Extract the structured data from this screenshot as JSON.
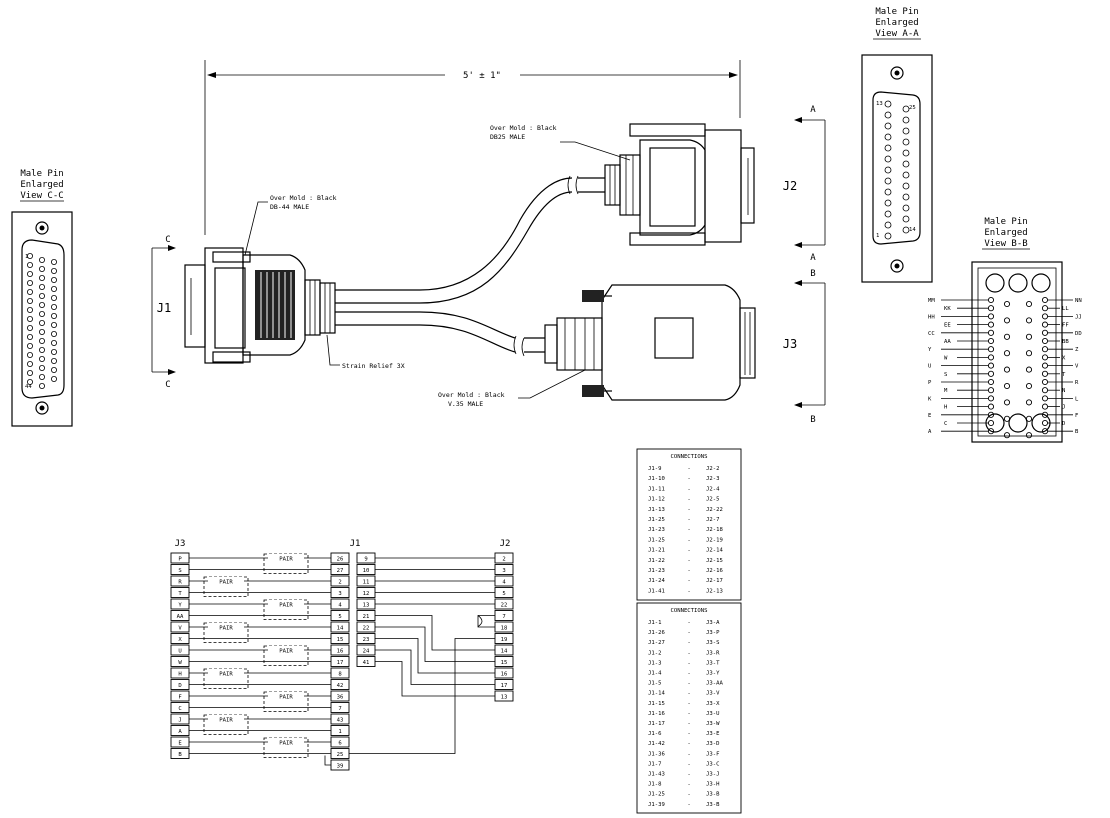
{
  "dimension": "5' ± 1\"",
  "connectors": {
    "j1": {
      "ref": "J1",
      "mold": "Over Mold : Black",
      "type": "DB-44 MALE",
      "strain_relief": "Strain Relief 3X"
    },
    "j2": {
      "ref": "J2",
      "mold": "Over Mold : Black",
      "type": "DB25 MALE"
    },
    "j3": {
      "ref": "J3",
      "mold": "Over Mold : Black",
      "type": "V.35 MALE"
    }
  },
  "section_marks": {
    "a": "A",
    "b": "B",
    "c": "C"
  },
  "views": {
    "c": {
      "line1": "Male Pin",
      "line2": "Enlarged",
      "line3": "View C-C",
      "pin_first": "1",
      "pin_last": "44"
    },
    "a": {
      "line1": "Male Pin",
      "line2": "Enlarged",
      "line3": "View A-A",
      "pin_first": "13",
      "pin_first_b": "25",
      "pin_last": "1",
      "pin_last_b": "14"
    },
    "b": {
      "line1": "Male Pin",
      "line2": "Enlarged",
      "line3": "View B-B",
      "left_labels": [
        "MM",
        "KK",
        "HH",
        "EE",
        "CC",
        "AA",
        "Y",
        "W",
        "U",
        "S",
        "P",
        "M",
        "K",
        "H",
        "E",
        "C",
        "A"
      ],
      "right_labels": [
        "NN",
        "LL",
        "JJ",
        "FF",
        "DD",
        "BB",
        "Z",
        "X",
        "V",
        "T",
        "R",
        "N",
        "L",
        "J",
        "F",
        "D",
        "B"
      ]
    }
  },
  "connections_j2": {
    "title": "CONNECTIONS",
    "rows": [
      [
        "J1-9",
        "-",
        "J2-2"
      ],
      [
        "J1-10",
        "-",
        "J2-3"
      ],
      [
        "J1-11",
        "-",
        "J2-4"
      ],
      [
        "J1-12",
        "-",
        "J2-5"
      ],
      [
        "J1-13",
        "-",
        "J2-22"
      ],
      [
        "J1-25",
        "-",
        "J2-7"
      ],
      [
        "J1-23",
        "-",
        "J2-18"
      ],
      [
        "J1-25",
        "-",
        "J2-19"
      ],
      [
        "J1-21",
        "-",
        "J2-14"
      ],
      [
        "J1-22",
        "-",
        "J2-15"
      ],
      [
        "J1-23",
        "-",
        "J2-16"
      ],
      [
        "J1-24",
        "-",
        "J2-17"
      ],
      [
        "J1-41",
        "-",
        "J2-13"
      ]
    ]
  },
  "connections_j3": {
    "title": "CONNECTIONS",
    "rows": [
      [
        "J1-1",
        "-",
        "J3-A"
      ],
      [
        "J1-26",
        "-",
        "J3-P"
      ],
      [
        "J1-27",
        "-",
        "J3-S"
      ],
      [
        "J1-2",
        "-",
        "J3-R"
      ],
      [
        "J1-3",
        "-",
        "J3-T"
      ],
      [
        "J1-4",
        "-",
        "J3-Y"
      ],
      [
        "J1-5",
        "-",
        "J3-AA"
      ],
      [
        "J1-14",
        "-",
        "J3-V"
      ],
      [
        "J1-15",
        "-",
        "J3-X"
      ],
      [
        "J1-16",
        "-",
        "J3-U"
      ],
      [
        "J1-17",
        "-",
        "J3-W"
      ],
      [
        "J1-6",
        "-",
        "J3-E"
      ],
      [
        "J1-42",
        "-",
        "J3-D"
      ],
      [
        "J1-36",
        "-",
        "J3-F"
      ],
      [
        "J1-7",
        "-",
        "J3-C"
      ],
      [
        "J1-43",
        "-",
        "J3-J"
      ],
      [
        "J1-8",
        "-",
        "J3-H"
      ],
      [
        "J1-25",
        "-",
        "J3-B"
      ],
      [
        "J1-39",
        "-",
        "J3-B"
      ]
    ]
  },
  "schematic": {
    "header_j3": "J3",
    "header_j1": "J1",
    "header_j2": "J2",
    "pair_label": "PAIR",
    "j3_pins": [
      "P",
      "S",
      "R",
      "T",
      "Y",
      "AA",
      "V",
      "X",
      "U",
      "W",
      "H",
      "D",
      "F",
      "C",
      "J",
      "A",
      "E",
      "B"
    ],
    "j1_left_pins": [
      "26",
      "27",
      "2",
      "3",
      "4",
      "5",
      "14",
      "15",
      "16",
      "17",
      "8",
      "42",
      "36",
      "7",
      "43",
      "1",
      "6",
      "25",
      "39"
    ],
    "j1_right_pins": [
      "9",
      "10",
      "11",
      "12",
      "13",
      "21",
      "22",
      "23",
      "24",
      "41"
    ],
    "j2_pins": [
      "2",
      "3",
      "4",
      "5",
      "22",
      "7",
      "18",
      "19",
      "14",
      "15",
      "16",
      "17",
      "13"
    ],
    "pairs": [
      {
        "side": "right",
        "rows": [
          0,
          1
        ]
      },
      {
        "side": "left",
        "rows": [
          2,
          3
        ]
      },
      {
        "side": "right",
        "rows": [
          4,
          5
        ]
      },
      {
        "side": "left",
        "rows": [
          6,
          7
        ]
      },
      {
        "side": "right",
        "rows": [
          8,
          9
        ]
      },
      {
        "side": "left",
        "rows": [
          10,
          11
        ]
      },
      {
        "side": "right",
        "rows": [
          12,
          13
        ]
      },
      {
        "side": "left",
        "rows": [
          14,
          15
        ]
      },
      {
        "side": "right",
        "rows": [
          16,
          17
        ]
      }
    ]
  }
}
